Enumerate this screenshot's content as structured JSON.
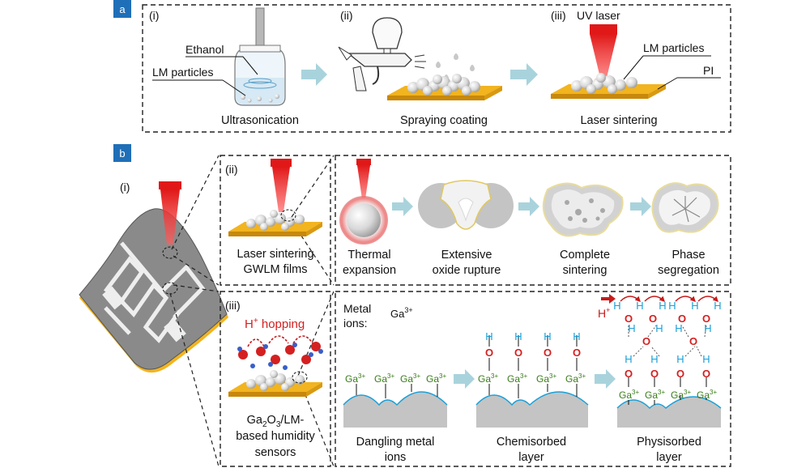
{
  "panel_a": {
    "badge": "a",
    "steps": [
      {
        "index": "(i)",
        "caption": "Ultrasonication",
        "labels": [
          "Ethanol",
          "LM particles"
        ]
      },
      {
        "index": "(ii)",
        "caption": "Spraying coating"
      },
      {
        "index": "(iii)",
        "caption": "Laser sintering",
        "labels": [
          "UV laser",
          "LM particles",
          "PI"
        ]
      }
    ]
  },
  "panel_b": {
    "badge": "b",
    "sub_i": "(i)",
    "sub_ii": {
      "index": "(ii)",
      "caption_line1": "Laser sintering",
      "caption_line2": "GWLM films"
    },
    "process": [
      {
        "line1": "Thermal",
        "line2": "expansion"
      },
      {
        "line1": "Extensive",
        "line2": "oxide rupture"
      },
      {
        "line1": "Complete",
        "line2": "sintering"
      },
      {
        "line1": "Phase",
        "line2": "segregation"
      }
    ],
    "sub_iii": {
      "index": "(iii)",
      "hopping_prefix": "H",
      "hopping_sup": "+",
      "hopping_suffix": " hopping",
      "caption_line1_a": "Ga",
      "caption_line1_sub1": "2",
      "caption_line1_b": "O",
      "caption_line1_sub2": "3",
      "caption_line1_c": "/LM-",
      "caption_line2": "based humidity",
      "caption_line3": "sensors"
    },
    "metal_ions": {
      "label_line1": "Metal",
      "label_line2": "ions:",
      "ion": "Ga",
      "ion_sup": "3+"
    },
    "stages": [
      {
        "line1": "Dangling metal",
        "line2": "ions"
      },
      {
        "line1": "Chemisorbed",
        "line2": "layer"
      },
      {
        "line1": "Physisorbed",
        "line2": "layer"
      }
    ],
    "proton": {
      "symbol": "H",
      "sup": "+"
    },
    "atoms": {
      "h": "H",
      "o": "O",
      "ga": "Ga",
      "ga_sup": "3+"
    }
  },
  "colors": {
    "badge": "#1f6fb8",
    "substrate": "#f2b41f",
    "laser": "#e01818",
    "arrow": "#a9d3dc",
    "hydrogen": "#1aa0d8",
    "oxygen": "#d42020",
    "gallium": "#3a7d1a"
  }
}
